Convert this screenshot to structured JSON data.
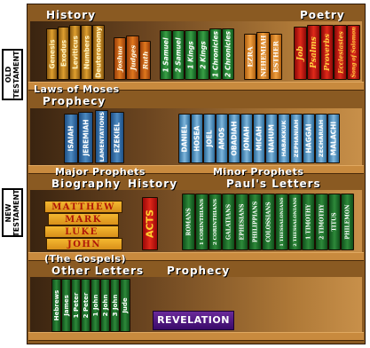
{
  "side_labels": {
    "old": "OLD\nTESTAMENT",
    "new": "NEW\nTESTAMENT"
  },
  "headings": {
    "history": "History",
    "poetry": "Poetry",
    "laws": "Laws of Moses",
    "prophecy": "Prophecy",
    "major": "Major Prophets",
    "minor": "Minor Prophets",
    "biography": "Biography",
    "history_nt": "History",
    "pauls": "Paul's Letters",
    "gospels": "(The Gospels)",
    "other": "Other Letters",
    "prophecy_nt": "Prophecy"
  },
  "books": {
    "law": [
      "Genesis",
      "Exodus",
      "Leviticus",
      "Numbers",
      "Deuteronomy"
    ],
    "hist1": [
      "Joshua",
      "Judges",
      "Ruth"
    ],
    "hist2": [
      "1 Samuel",
      "2 Samuel",
      "1 Kings",
      "2 Kings",
      "1 Chronicles",
      "2 Chronicles"
    ],
    "hist3": [
      "EZRA",
      "NEHEMIAH",
      "ESTHER"
    ],
    "poetry": [
      "Job",
      "Psalms",
      "Proverbs",
      "Ecclesiastes",
      "Song of Solomon"
    ],
    "major": [
      "ISAIAH",
      "JEREMIAH",
      "LAMENTATIONS",
      "EZEKIEL"
    ],
    "minor": [
      "DANIEL",
      "HOSEA",
      "JOEL",
      "AMOS",
      "OBADIAH",
      "JONAH",
      "MICAH",
      "NAHUM",
      "HABAKKUK",
      "ZEPHANIAH",
      "HAGGAI",
      "ZECHARIAH",
      "MALACHI"
    ],
    "gospels": [
      "MATTHEW",
      "MARK",
      "LUKE",
      "JOHN"
    ],
    "acts": "ACTS",
    "pauline": [
      "ROMANS",
      "1 CORINTHIANS",
      "2 CORINTHIANS",
      "GALATIANS",
      "EPHESIANS",
      "PHILIPPIANS",
      "COLOSSIANS",
      "1 THESSALONIANS",
      "2 THESSALONIANS",
      "1 TIMOTHY",
      "2 TIMOTHY",
      "TITUS",
      "PHILEMON"
    ],
    "general": [
      "Hebrews",
      "James",
      "1 Peter",
      "2 Peter",
      "1 John",
      "2 John",
      "3 John",
      "Jude"
    ],
    "revelation": "REVELATION"
  }
}
